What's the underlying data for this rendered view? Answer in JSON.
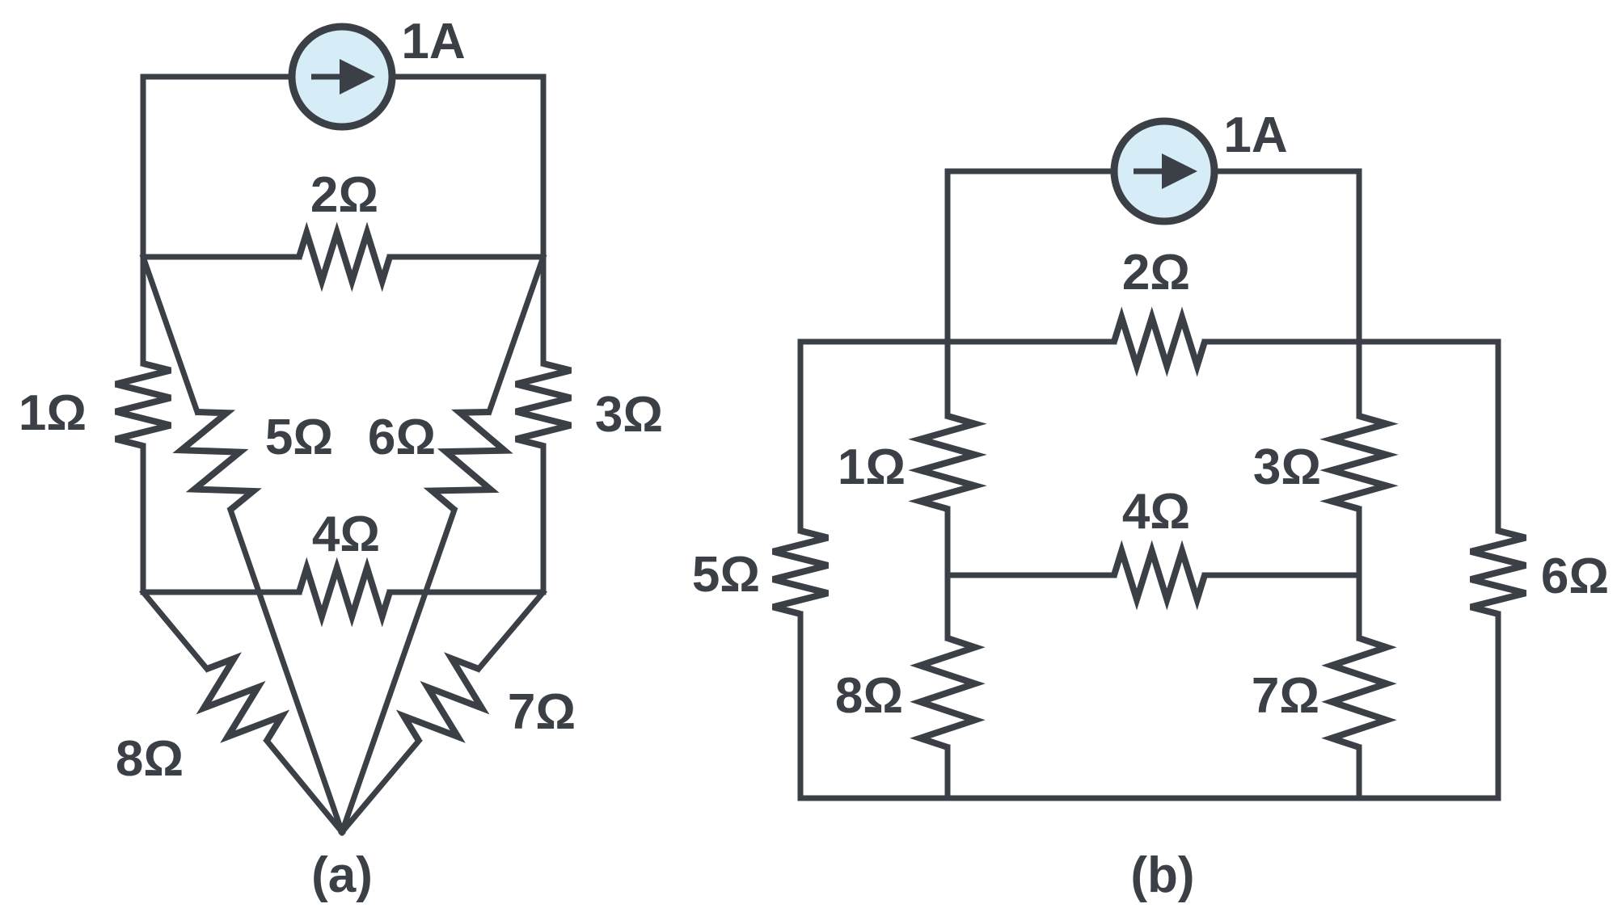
{
  "colors": {
    "stroke": "#3b4046",
    "source_fill": "#d6edf8",
    "text": "#3b4046",
    "background": "#ffffff"
  },
  "figure": {
    "type": "resistive-circuit-diagrams",
    "circuits": {
      "a": {
        "caption": "(a)",
        "source_label": "1A",
        "resistors": {
          "r1": "1Ω",
          "r2": "2Ω",
          "r3": "3Ω",
          "r4": "4Ω",
          "r5": "5Ω",
          "r6": "6Ω",
          "r7": "7Ω",
          "r8": "8Ω"
        }
      },
      "b": {
        "caption": "(b)",
        "source_label": "1A",
        "resistors": {
          "r1": "1Ω",
          "r2": "2Ω",
          "r3": "3Ω",
          "r4": "4Ω",
          "r5": "5Ω",
          "r6": "6Ω",
          "r7": "7Ω",
          "r8": "8Ω"
        }
      }
    }
  }
}
